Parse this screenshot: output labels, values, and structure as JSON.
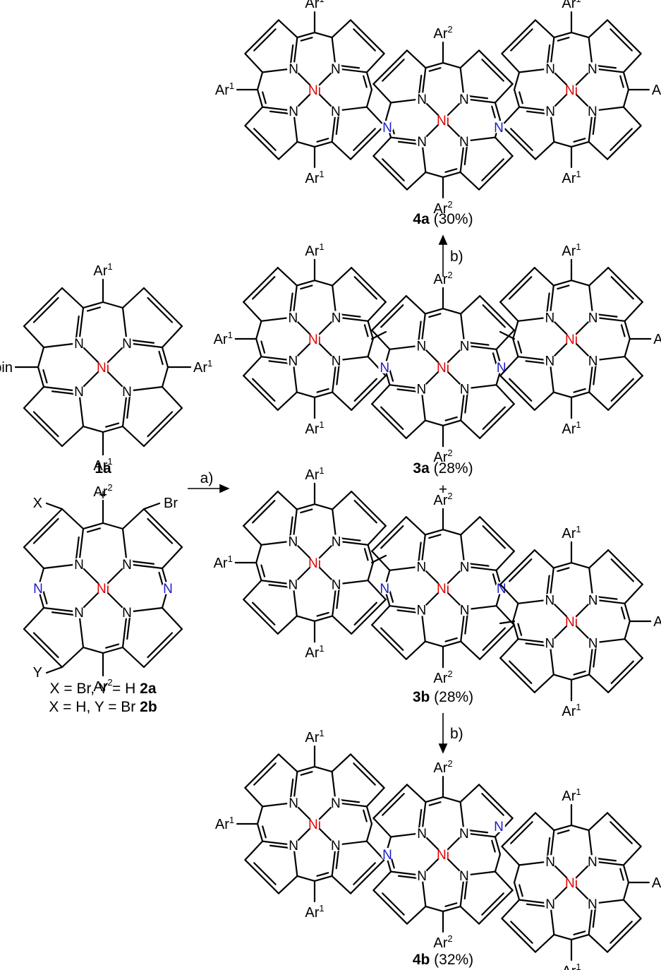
{
  "colors": {
    "ni": "#e00000",
    "n_aza": "#1a1acc",
    "n": "#000000",
    "bond": "#000000"
  },
  "atoms": {
    "ni": "Ni",
    "n": "N"
  },
  "substituents": {
    "ar1": "Ar",
    "ar1_sup": "1",
    "ar2": "Ar",
    "ar2_sup": "2",
    "bpin": "Bpin",
    "br": "Br",
    "x": "X",
    "y": "Y"
  },
  "compounds": {
    "c1a": {
      "label": "1a"
    },
    "c2": {
      "line1_text": "X = Br, Y = H ",
      "line1_label": "2a",
      "line2_text": "X = H, Y = Br ",
      "line2_label": "2b"
    },
    "c3a": {
      "label": "3a",
      "yield": " (28%)"
    },
    "c3b": {
      "label": "3b",
      "yield": "  (28%)"
    },
    "c4a": {
      "label": "4a",
      "yield": " (30%)"
    },
    "c4b": {
      "label": "4b",
      "yield": " (32%)"
    }
  },
  "plus_sign": "+",
  "reactions": {
    "a": "a)",
    "b_up": "b)",
    "b_down": "b)"
  }
}
